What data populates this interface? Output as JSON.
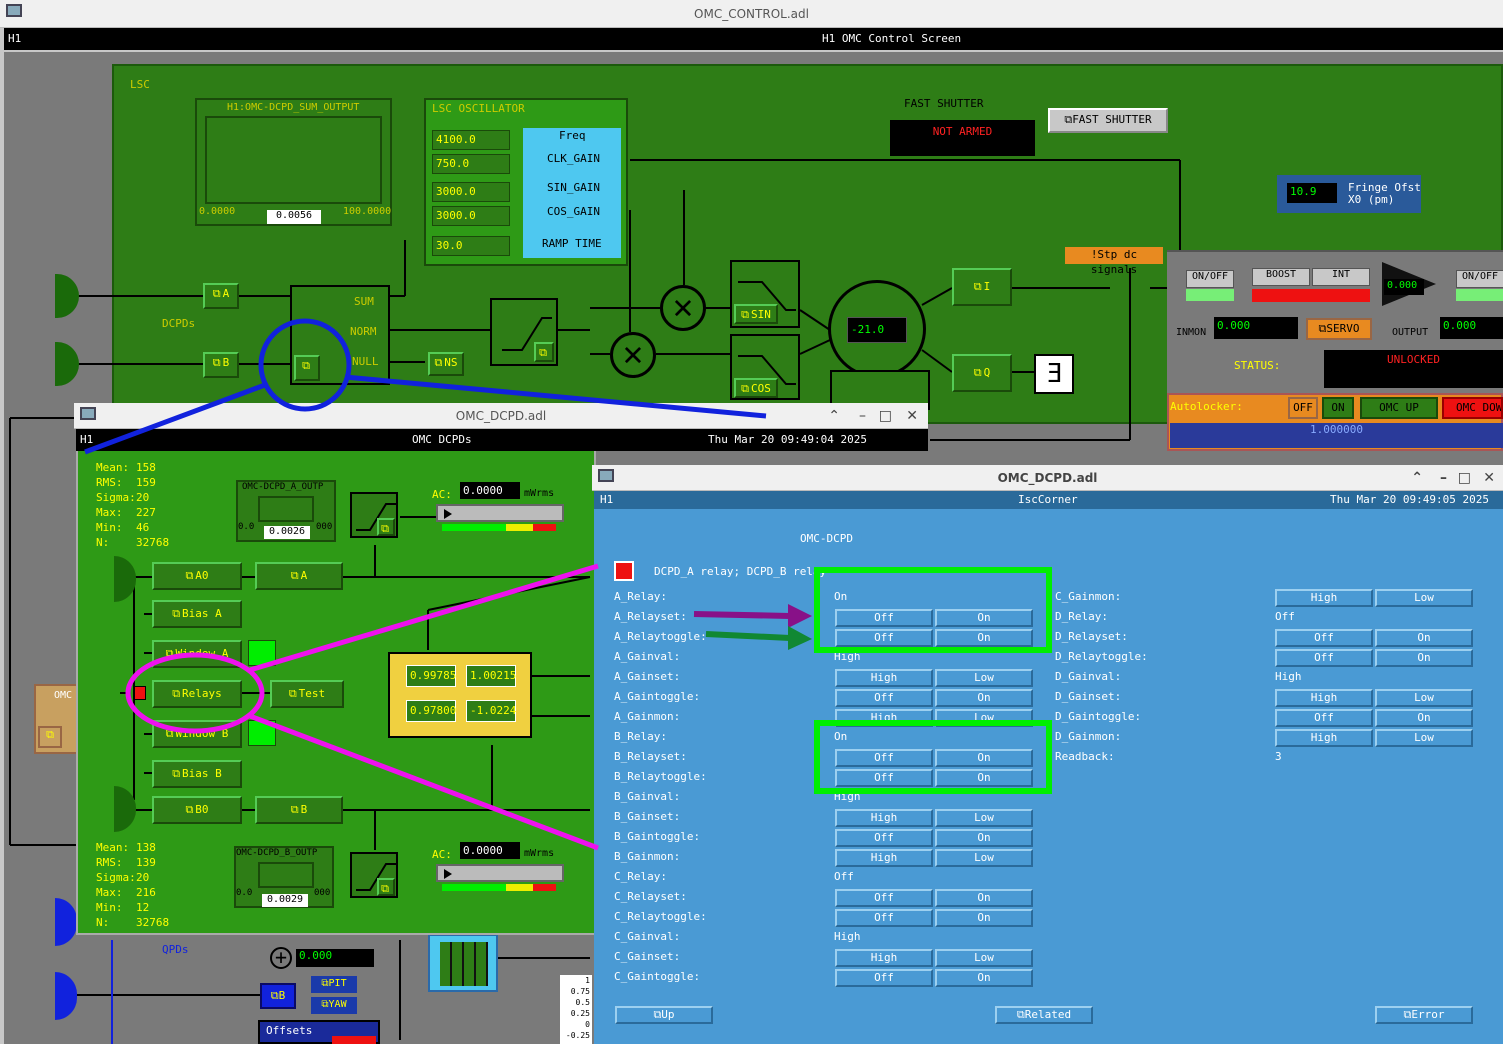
{
  "main_window": {
    "title": "OMC_CONTROL.adl",
    "header_left": "H1",
    "header_center": "H1 OMC Control Screen",
    "lsc_label": "LSC",
    "dcpds_label": "DCPDs",
    "qpds_label": "QPDs",
    "meter_title": "H1:OMC-DCPD_SUM_OUTPUT",
    "meter_min": "0.0000",
    "meter_max": "100.0000",
    "meter_value": "0.0056",
    "sum_labels": [
      "SUM",
      "NORM",
      "NULL"
    ],
    "btn_a": "A",
    "btn_b": "B",
    "btn_ns": "NS",
    "osc": {
      "title": "LSC OSCILLATOR",
      "values": [
        "4100.0",
        "750.0",
        "3000.0",
        "3000.0",
        "30.0"
      ],
      "labels": [
        "Freq",
        "CLK_GAIN",
        "SIN_GAIN",
        "COS_GAIN",
        "RAMP TIME"
      ]
    },
    "btn_sin": "SIN",
    "btn_cos": "COS",
    "phase_value": "-21.0",
    "btn_i": "I",
    "btn_q": "Q",
    "fast_shutter_label": "FAST SHUTTER",
    "fast_shutter_status": "NOT ARMED",
    "fast_shutter_button": "FAST SHUTTER",
    "fringe_value": "10.9",
    "fringe_label": "Fringe Ofst",
    "fringe_sub": "X0 (pm)",
    "stp_label": "!Stp dc signals",
    "servo": {
      "onoff_left": "ON/OFF",
      "boost": "BOOST",
      "int": "INT",
      "gain_value": "0.000",
      "onoff_right": "ON/OFF",
      "inmon_label": "INMON",
      "inmon_value": "0.000",
      "servo_btn": "SERVO",
      "output_label": "OUTPUT",
      "output_value": "0.000",
      "status_label": "STATUS:",
      "status_value": "UNLOCKED",
      "autolocker_label": "Autolocker:",
      "off": "OFF",
      "on": "ON",
      "omc_up": "OMC UP",
      "omc_down": "OMC DOWN",
      "autolocker_value": "1.000000"
    },
    "bottom": {
      "value": "0.000",
      "pit": "PIT",
      "yaw": "YAW",
      "offsets": "Offsets",
      "b": "B",
      "axis_ticks": [
        "1",
        "0.75",
        "0.5",
        "0.25",
        "0",
        "-0.25"
      ]
    },
    "omc_drum": "OMC Drum"
  },
  "dcpd_window": {
    "title": "OMC_DCPD.adl",
    "header_left": "H1",
    "header_center": "OMC DCPDs",
    "header_right": "Thu Mar 20 09:49:04 2025",
    "stats_top": {
      "labels": [
        "Mean:",
        "RMS:",
        "Sigma:",
        "Max:",
        "Min:",
        "N:"
      ],
      "values": [
        "158",
        "159",
        "20",
        "227",
        "46",
        "32768"
      ]
    },
    "stats_bottom": {
      "labels": [
        "Mean:",
        "RMS:",
        "Sigma:",
        "Max:",
        "Min:",
        "N:"
      ],
      "values": [
        "138",
        "139",
        "20",
        "216",
        "12",
        "32768"
      ]
    },
    "meter_a_title": "OMC-DCPD_A_OUTP",
    "meter_a_value": "0.0026",
    "meter_b_title": "OMC-DCPD_B_OUTP",
    "meter_b_value": "0.0029",
    "meter_min": "0.0",
    "meter_max": "000",
    "ac_label": "AC:",
    "ac_value_a": "0.0000",
    "ac_value_b": "0.0000",
    "mwrms": "mWrms",
    "buttons": {
      "a0": "A0",
      "a": "A",
      "bias_a": "Bias A",
      "window_a": "Window A",
      "relays": "Relays",
      "test": "Test",
      "window_b": "Window B",
      "bias_b": "Bias B",
      "b0": "B0",
      "b": "B"
    },
    "matrix": [
      "0.99785",
      "1.00215",
      "0.97800",
      "-1.0224"
    ]
  },
  "relay_window": {
    "title": "OMC_DCPD.adl",
    "header_left": "H1",
    "header_center": "IscCorner",
    "header_right": "Thu Mar 20 09:49:05 2025",
    "section": "OMC-DCPD",
    "relay_title": "DCPD_A relay; DCPD_B relay",
    "rows_left": [
      {
        "label": "A_Relay:",
        "value": "On"
      },
      {
        "label": "A_Relayset:",
        "btns": [
          "Off",
          "On"
        ]
      },
      {
        "label": "A_Relaytoggle:",
        "btns": [
          "Off",
          "On"
        ]
      },
      {
        "label": "A_Gainval:",
        "value": "High"
      },
      {
        "label": "A_Gainset:",
        "btns": [
          "High",
          "Low"
        ]
      },
      {
        "label": "A_Gaintoggle:",
        "btns": [
          "Off",
          "On"
        ]
      },
      {
        "label": "A_Gainmon:",
        "btns": [
          "High",
          "Low"
        ]
      },
      {
        "label": "B_Relay:",
        "value": "On"
      },
      {
        "label": "B_Relayset:",
        "btns": [
          "Off",
          "On"
        ]
      },
      {
        "label": "B_Relaytoggle:",
        "btns": [
          "Off",
          "On"
        ]
      },
      {
        "label": "B_Gainval:",
        "value": "High"
      },
      {
        "label": "B_Gainset:",
        "btns": [
          "High",
          "Low"
        ]
      },
      {
        "label": "B_Gaintoggle:",
        "btns": [
          "Off",
          "On"
        ]
      },
      {
        "label": "B_Gainmon:",
        "btns": [
          "High",
          "Low"
        ]
      },
      {
        "label": "C_Relay:",
        "value": "Off"
      },
      {
        "label": "C_Relayset:",
        "btns": [
          "Off",
          "On"
        ]
      },
      {
        "label": "C_Relaytoggle:",
        "btns": [
          "Off",
          "On"
        ]
      },
      {
        "label": "C_Gainval:",
        "value": "High"
      },
      {
        "label": "C_Gainset:",
        "btns": [
          "High",
          "Low"
        ]
      },
      {
        "label": "C_Gaintoggle:",
        "btns": [
          "Off",
          "On"
        ]
      }
    ],
    "rows_right": [
      {
        "label": "C_Gainmon:",
        "btns": [
          "High",
          "Low"
        ]
      },
      {
        "label": "D_Relay:",
        "value": "Off"
      },
      {
        "label": "D_Relayset:",
        "btns": [
          "Off",
          "On"
        ]
      },
      {
        "label": "D_Relaytoggle:",
        "btns": [
          "Off",
          "On"
        ]
      },
      {
        "label": "D_Gainval:",
        "value": "High"
      },
      {
        "label": "D_Gainset:",
        "btns": [
          "High",
          "Low"
        ]
      },
      {
        "label": "D_Gaintoggle:",
        "btns": [
          "Off",
          "On"
        ]
      },
      {
        "label": "D_Gainmon:",
        "btns": [
          "High",
          "Low"
        ]
      },
      {
        "label": "Readback:",
        "value": "3"
      }
    ],
    "footer": {
      "up": "Up",
      "related": "Related",
      "error": "Error"
    }
  },
  "colors": {
    "green_panel": "#2e7d16",
    "blue_panel": "#4a9ad4",
    "highlight_green": "#00ee00",
    "highlight_magenta": "#ee11ee",
    "highlight_blue": "#1122dd"
  }
}
